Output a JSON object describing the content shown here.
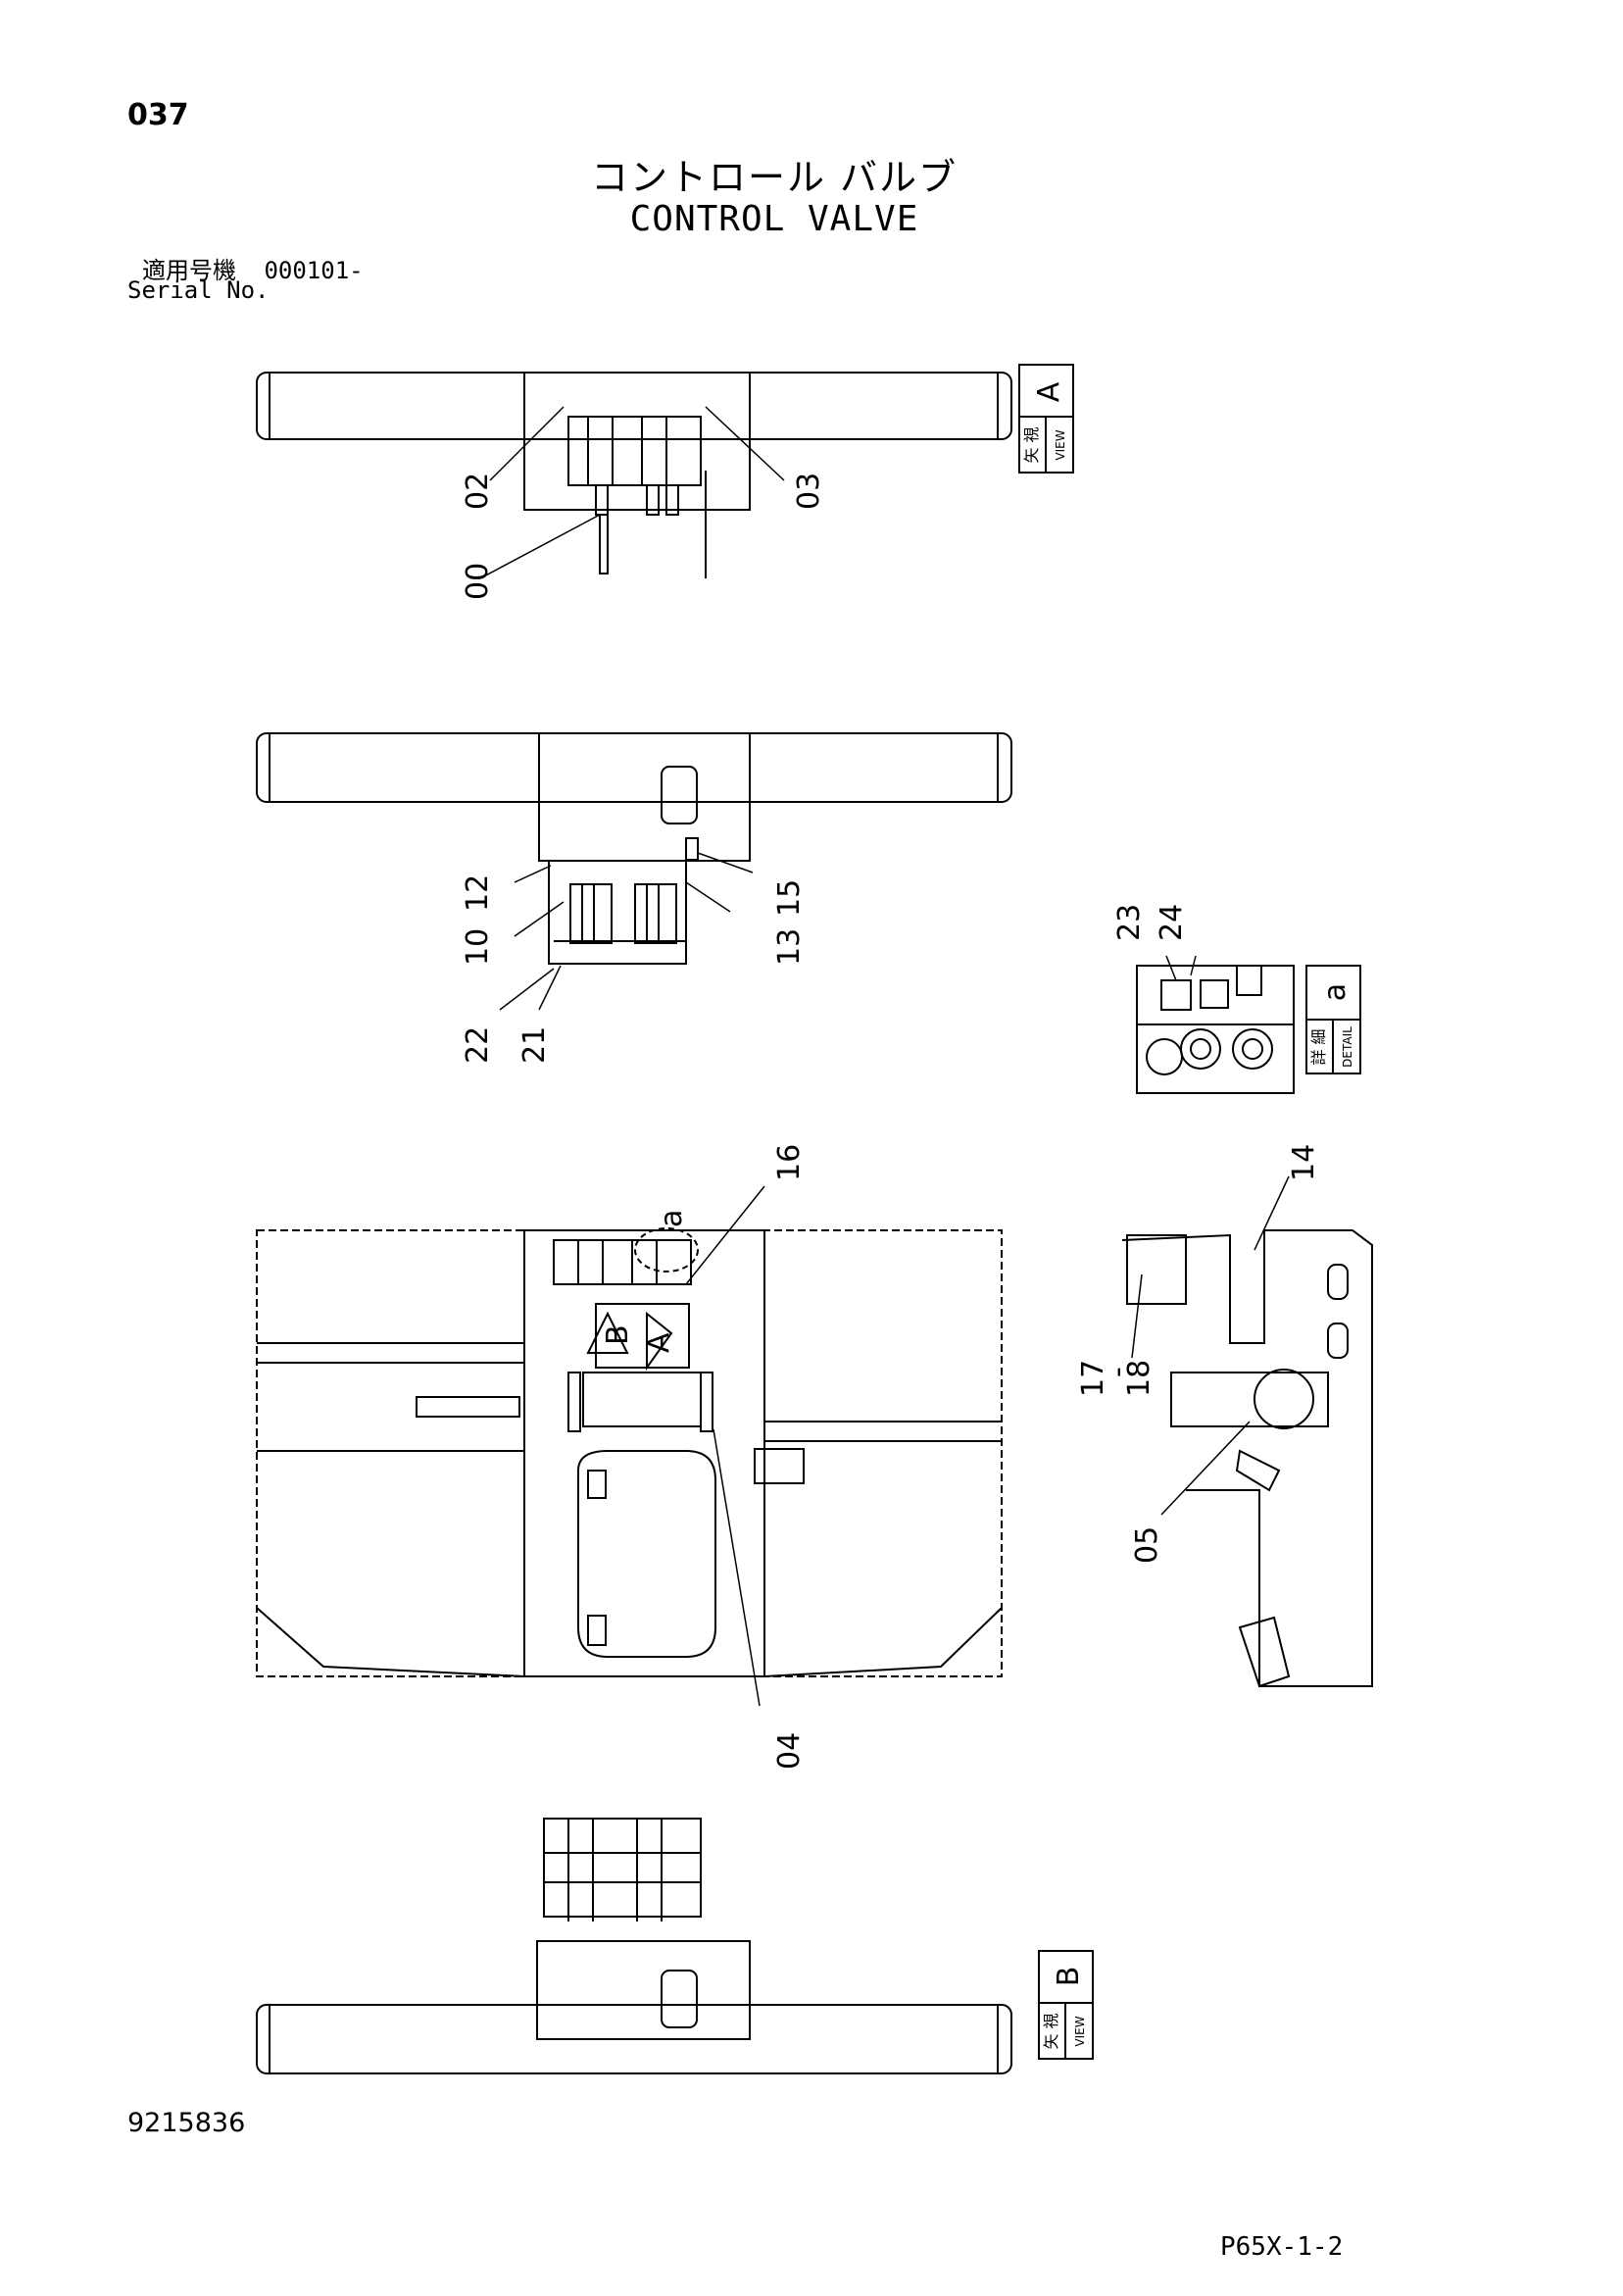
{
  "header": {
    "page_number": "037",
    "title_jp": "コントロール バルブ",
    "title_en": "CONTROL VALVE",
    "serial_label_jp": "適用号機",
    "serial_value": "000101-",
    "serial_label_en": "Serial No."
  },
  "footer": {
    "doc_number": "9215836",
    "page_code": "P65X-1-2"
  },
  "view_labels": {
    "view_a": {
      "jp": "矢 視",
      "en": "VIEW",
      "letter": "A"
    },
    "detail_a": {
      "jp": "詳 細",
      "en": "DETAIL",
      "letter": "a"
    },
    "view_b": {
      "jp": "矢 視",
      "en": "VIEW",
      "letter": "B"
    }
  },
  "callouts": {
    "c00": "00",
    "c02": "02",
    "c03": "03",
    "c10": "10",
    "c12": "12",
    "c13": "13",
    "c15": "15",
    "c21": "21",
    "c22": "22",
    "c23": "23",
    "c24": "24",
    "c16": "16",
    "c04": "04",
    "c14": "14",
    "c17": "17",
    "c18": "18",
    "c05": "05",
    "dash": "-",
    "detail_marker": "a",
    "arrow_a": "A",
    "arrow_b": "B"
  }
}
